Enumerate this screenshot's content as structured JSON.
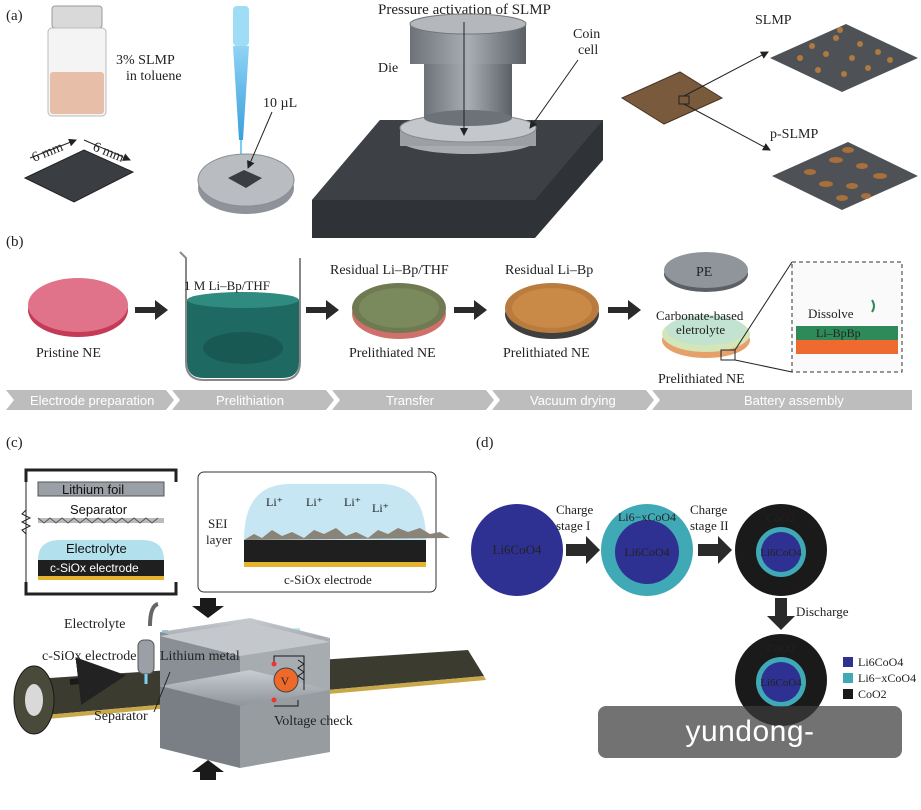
{
  "panels": {
    "a": "(a)",
    "b": "(b)",
    "c": "(c)",
    "d": "(d)"
  },
  "panel_a": {
    "vial_label_1": "3% SLMP",
    "vial_label_2": "in toluene",
    "dim_1": "6 mm",
    "dim_2": "6 mm",
    "drop_volume": "10 µL",
    "title": "Pressure activation of SLMP",
    "die": "Die",
    "coin_cell_1": "Coin",
    "coin_cell_2": "cell",
    "slmp": "SLMP",
    "p_slmp": "p-SLMP"
  },
  "panel_b": {
    "pristine": "Pristine NE",
    "solution": "1 M Li–Bp/THF",
    "residual_1": "Residual Li–Bp/THF",
    "prelithiated_1": "Prelithiated NE",
    "residual_2": "Residual Li–Bp",
    "prelithiated_2": "Prelithiated NE",
    "pe": "PE",
    "electrolyte_1": "Carbonate-based",
    "electrolyte_2": "eletrolyte",
    "prelithiated_3": "Prelithiated NE",
    "dissolve": "Dissolve",
    "li_bpbp": "Li–BpBp",
    "steps": [
      "Electrode preparation",
      "Prelithiation",
      "Transfer",
      "Vacuum drying",
      "Battery assembly"
    ]
  },
  "panel_c": {
    "lithium_foil": "Lithium foil",
    "separator": "Separator",
    "electrolyte": "Electrolyte",
    "electrode": "c-SiOx electrode",
    "li_plus": "Li⁺",
    "sei_1": "SEI",
    "sei_2": "layer",
    "inset_electrode": "c-SiOx electrode",
    "electrolyte_2": "Electrolyte",
    "electrode_2": "c-SiOx electrode",
    "lithium_metal": "Lithium metal",
    "separator_2": "Separator",
    "voltage_check": "Voltage check",
    "meter": "V"
  },
  "panel_d": {
    "start": "Li6CoO4",
    "charge_1a": "Charge",
    "charge_1b": "stage I",
    "mid_outer": "Li6−xCoO4",
    "mid_inner": "Li6CoO4",
    "charge_2a": "Charge",
    "charge_2b": "stage II",
    "end_outer": "CoO2",
    "end_inner": "Li6CoO4",
    "discharge": "Discharge",
    "final_outer": "CoO2",
    "final_inner": "Li6CoO4",
    "legend": [
      {
        "label": "Li6CoO4",
        "color": "#2e3192"
      },
      {
        "label": "Li6−xCoO4",
        "color": "#3fa9b5"
      },
      {
        "label": "CoO2",
        "color": "#1a1a1a"
      }
    ]
  },
  "watermark": "yundong-sanyi.com.cn",
  "colors": {
    "accent_red": "#c0504d",
    "accent_teal": "#2a9d8f",
    "step_bar": "#bdbdbd"
  }
}
